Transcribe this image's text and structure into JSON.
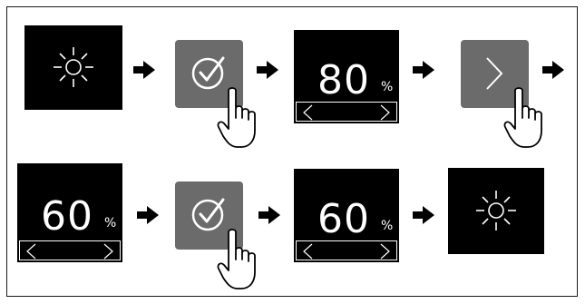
{
  "steps": {
    "display_1": {
      "value": "80",
      "unit": "%"
    },
    "display_2": {
      "value": "60",
      "unit": "%"
    },
    "display_3": {
      "value": "60",
      "unit": "%"
    }
  },
  "icons": {
    "light": "sun-light-icon",
    "confirm": "check-circle-icon",
    "next": "chevron-right-icon",
    "hand": "pointing-hand-icon",
    "arrow": "right-arrow-icon",
    "left": "chevron-left-icon",
    "right": "chevron-right-icon"
  },
  "colors": {
    "tile_black": "#000000",
    "tile_gray": "#6b6b6b",
    "foreground": "#ffffff"
  }
}
